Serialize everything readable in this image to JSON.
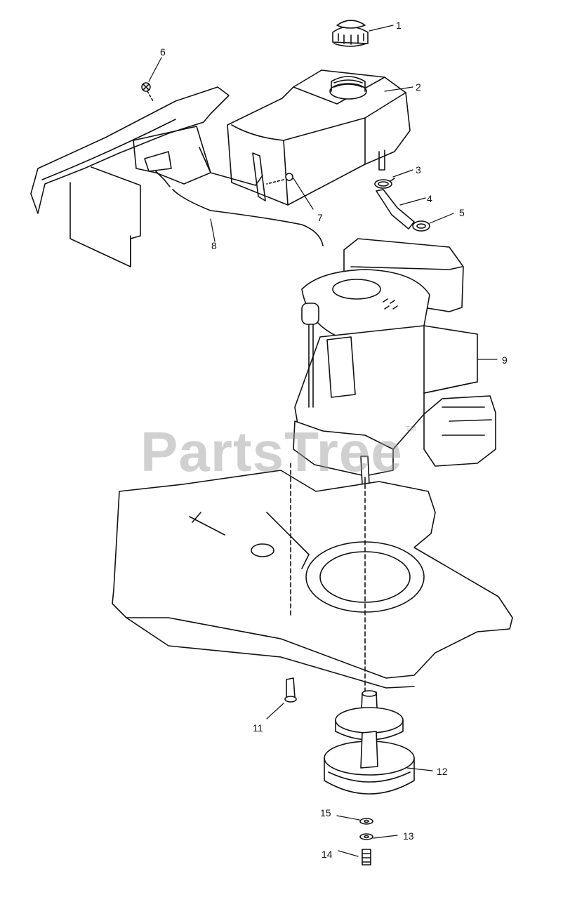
{
  "diagram": {
    "watermark": "PartsTree",
    "watermark_tm": "TM",
    "callouts": [
      "1",
      "2",
      "3",
      "4",
      "5",
      "6",
      "7",
      "8",
      "9",
      "11",
      "12",
      "13",
      "14",
      "15"
    ],
    "part_names": [
      "fuel-cap",
      "fuel-tank",
      "hose-clamp",
      "fuel-hose",
      "hose-clamp",
      "screw",
      "fuel-fitting",
      "throttle-cable",
      "engine",
      "bolt",
      "pulley",
      "washer",
      "bolt",
      "washer"
    ],
    "line_color": "#111111",
    "watermark_color": "#969696"
  }
}
